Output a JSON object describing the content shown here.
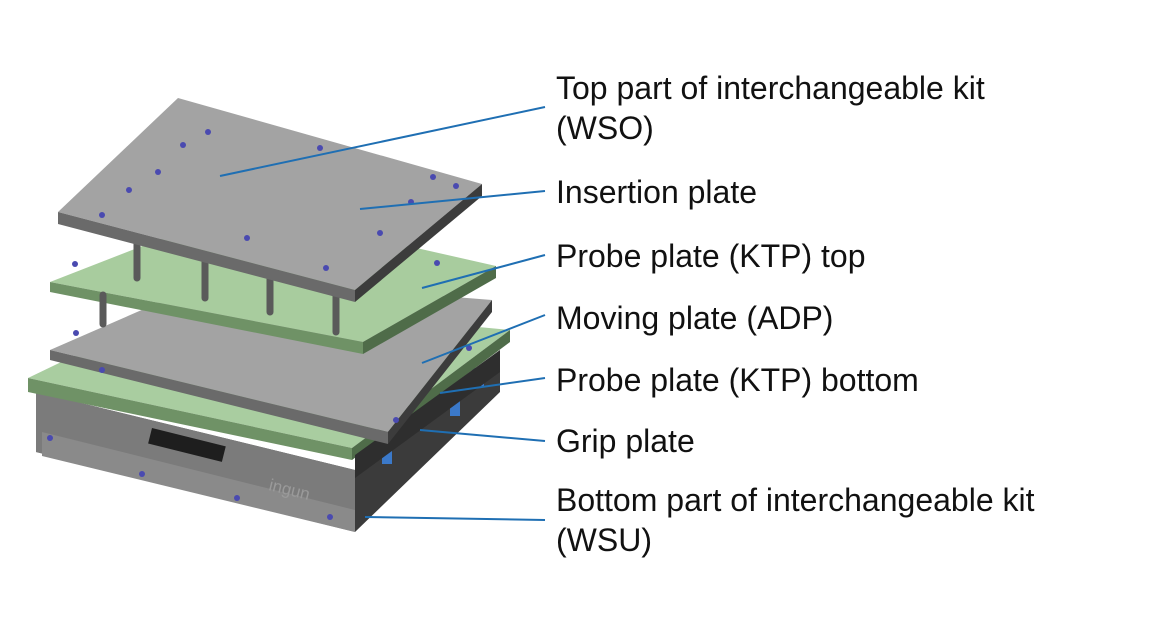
{
  "brand": "ingun",
  "colors": {
    "leader": "#1f6fb3",
    "metal_top": "#a3a3a3",
    "metal_side": "#4e4e4e",
    "green_top": "#a8cc9e",
    "green_side": "#6f9266",
    "screw": "#4a4ab0"
  },
  "labels": [
    {
      "id": "wso",
      "line1": "Top part of interchangeable kit",
      "line2": "(WSO)"
    },
    {
      "id": "insert",
      "line1": "Insertion plate"
    },
    {
      "id": "ktptop",
      "line1": "Probe plate (KTP) top"
    },
    {
      "id": "adp",
      "line1": "Moving plate (ADP)"
    },
    {
      "id": "ktpbot",
      "line1": "Probe plate (KTP) bottom"
    },
    {
      "id": "grip",
      "line1": "Grip plate"
    },
    {
      "id": "wsu",
      "line1": "Bottom part of interchangeable kit",
      "line2": "(WSU)"
    }
  ]
}
